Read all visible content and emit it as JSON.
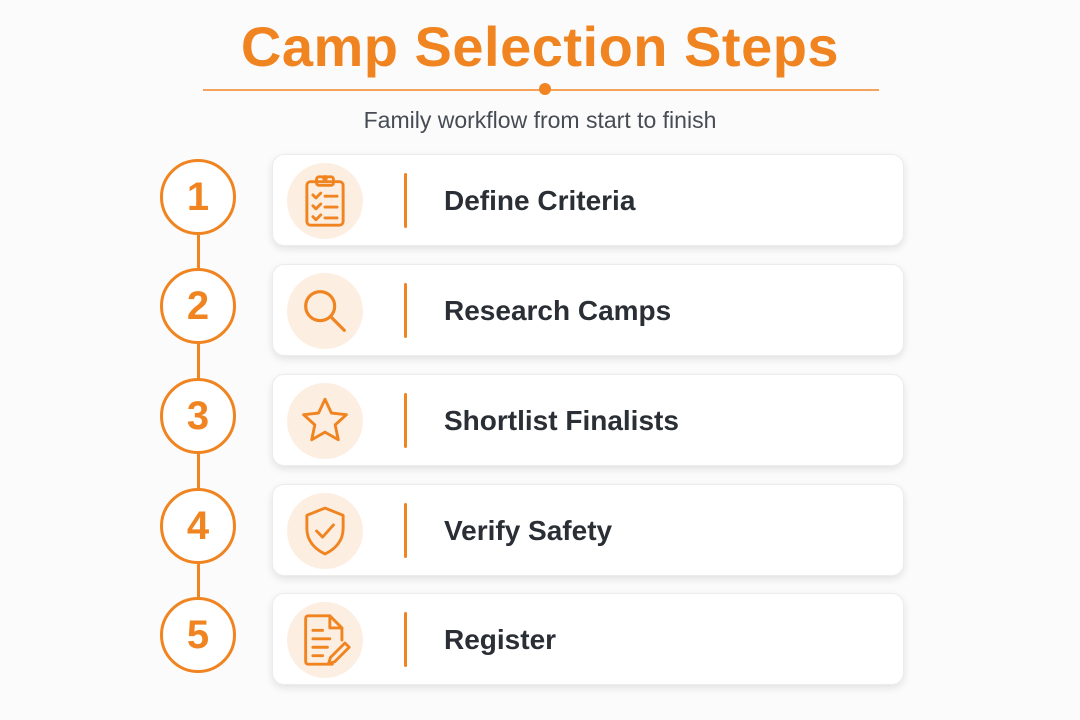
{
  "header": {
    "title": "Camp Selection Steps",
    "subtitle": "Family workflow from start to finish"
  },
  "colors": {
    "accent": "#f08420",
    "icon_badge_bg": "#fdeee2",
    "text": "#2a2e35"
  },
  "steps": [
    {
      "number": "1",
      "label": "Define Criteria",
      "icon": "clipboard-checklist-icon"
    },
    {
      "number": "2",
      "label": "Research Camps",
      "icon": "magnifier-icon"
    },
    {
      "number": "3",
      "label": "Shortlist Finalists",
      "icon": "star-icon"
    },
    {
      "number": "4",
      "label": "Verify Safety",
      "icon": "shield-check-icon"
    },
    {
      "number": "5",
      "label": "Register",
      "icon": "document-pen-icon"
    }
  ]
}
